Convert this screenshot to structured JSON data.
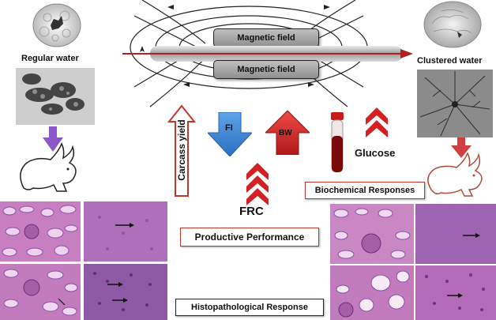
{
  "labels": {
    "regular_water": "Regular water",
    "clustered_water": "Clustered water",
    "magnetic_field_top": "Magnetic field",
    "magnetic_field_bottom": "Magnetic field",
    "carcass_yield": "Carcass yield",
    "fi": "FI",
    "bw": "BW",
    "glucose": "Glucose",
    "frc": "FRC",
    "biochemical_responses": "Biochemical Responses",
    "productive_performance": "Productive Performance",
    "histopathological_response": "Histopathological  Response"
  },
  "colors": {
    "fi_arrow": "#3b86d6",
    "bw_arrow": "#d42020",
    "up_chevron": "#d42020",
    "purple_arrow": "#8a57c8",
    "red_arrow": "#d04040",
    "box_border": "#c0392b",
    "tissue_pink": "#c77fc1",
    "tissue_purple": "#8a4fa8"
  },
  "icons": {
    "magnet_bar": "magnet-bar",
    "field_lines": "magnetic-field-lines",
    "rabbit_left": "rabbit-outline",
    "rabbit_right": "rabbit-outline-red",
    "blood_tube": "blood-tube"
  }
}
